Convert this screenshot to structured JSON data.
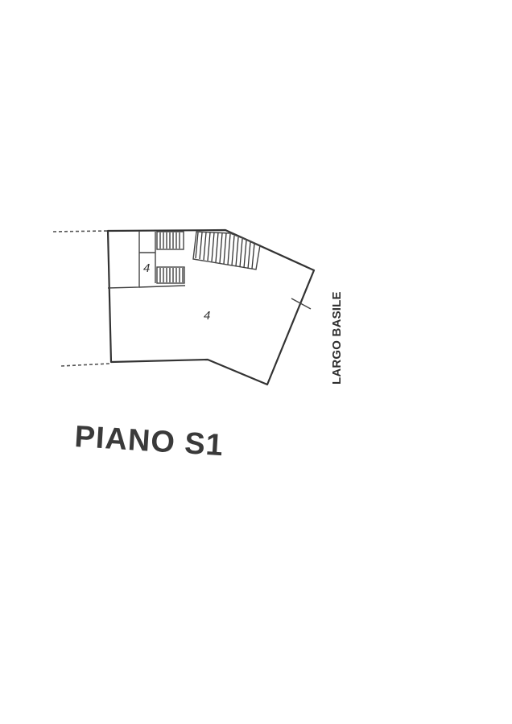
{
  "plan": {
    "title": "PIANO S1",
    "rooms": [
      {
        "label": "4"
      },
      {
        "label": "4"
      }
    ],
    "street": {
      "label": "LARGO BASILE"
    }
  },
  "colors": {
    "ink": "#333333",
    "paper": "#ffffff"
  }
}
